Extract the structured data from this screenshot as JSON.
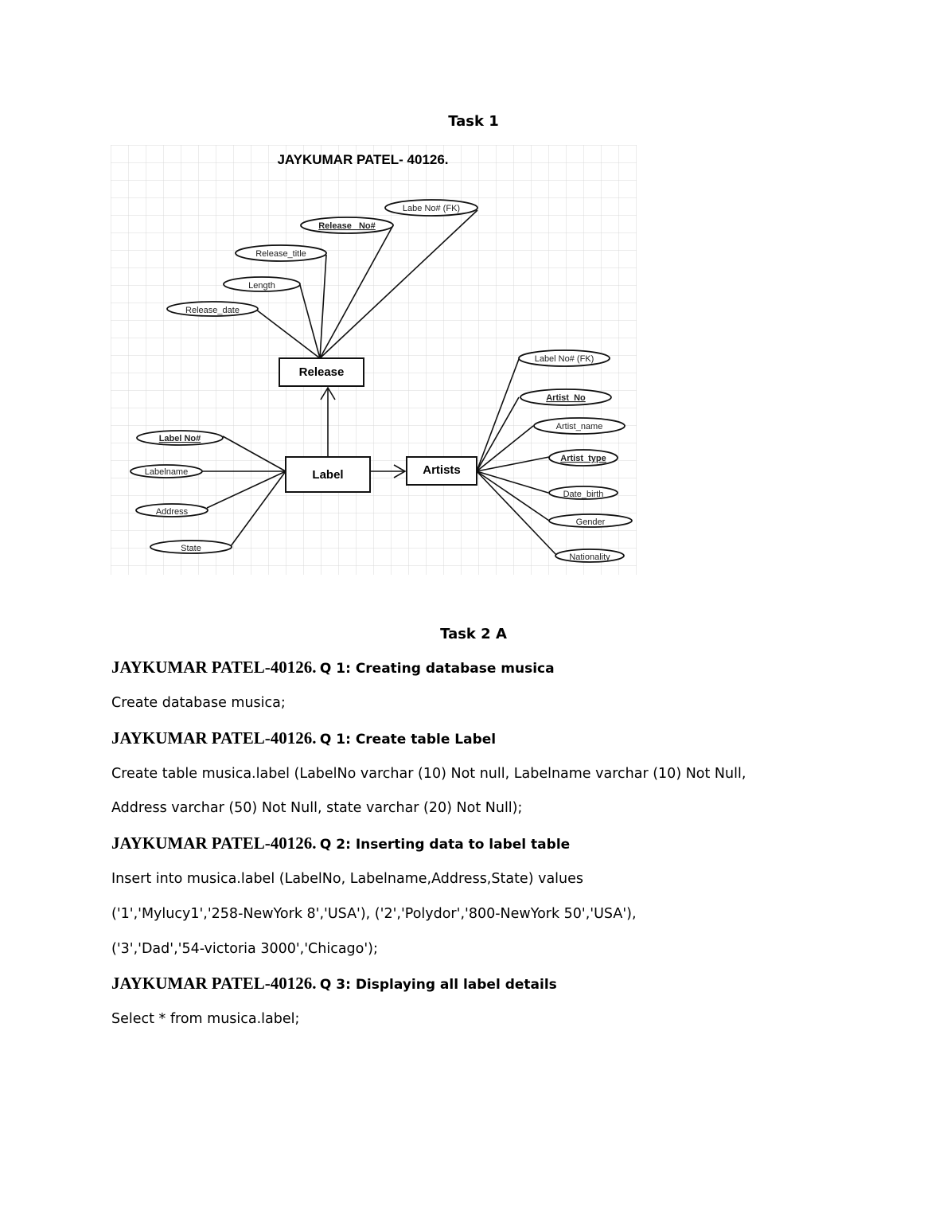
{
  "task1_heading": "Task 1",
  "diagram": {
    "title": "JAYKUMAR PATEL- 40126.",
    "entities": {
      "release": "Release",
      "label": "Label",
      "artists": "Artists"
    },
    "release_attributes": [
      "Labe No# (FK)",
      "Release_ No#",
      "Release_title",
      "Length",
      "Release_date"
    ],
    "label_attributes": [
      "Label No#",
      "Labelname",
      "Address",
      "State"
    ],
    "artist_attributes": [
      "Label No# (FK)",
      "Artist_No",
      "Artist_name",
      "Artist_type",
      "Date_birth",
      "Gender",
      "Nationality"
    ]
  },
  "task2_heading": "Task 2 A",
  "sections": [
    {
      "author": "JAYKUMAR PATEL-40126.",
      "question": "Q 1: Creating database musica",
      "lines": [
        "Create database musica;"
      ]
    },
    {
      "author": "JAYKUMAR PATEL-40126.",
      "question": "Q 1: Create table Label",
      "lines": [
        "Create table musica.label (LabelNo varchar (10) Not null, Labelname varchar (10) Not Null,",
        "Address varchar (50) Not Null, state varchar (20) Not Null);"
      ]
    },
    {
      "author": "JAYKUMAR PATEL-40126.",
      "question": "Q 2: Inserting data to label table",
      "lines": [
        "Insert into musica.label (LabelNo, Labelname,Address,State) values",
        "('1','Mylucy1','258-NewYork 8','USA'), ('2','Polydor','800-NewYork 50','USA'),",
        "('3','Dad','54-victoria 3000','Chicago');"
      ]
    },
    {
      "author": "JAYKUMAR PATEL-40126.",
      "question": "Q 3: Displaying all label details",
      "lines": [
        "Select * from musica.label;"
      ]
    }
  ]
}
